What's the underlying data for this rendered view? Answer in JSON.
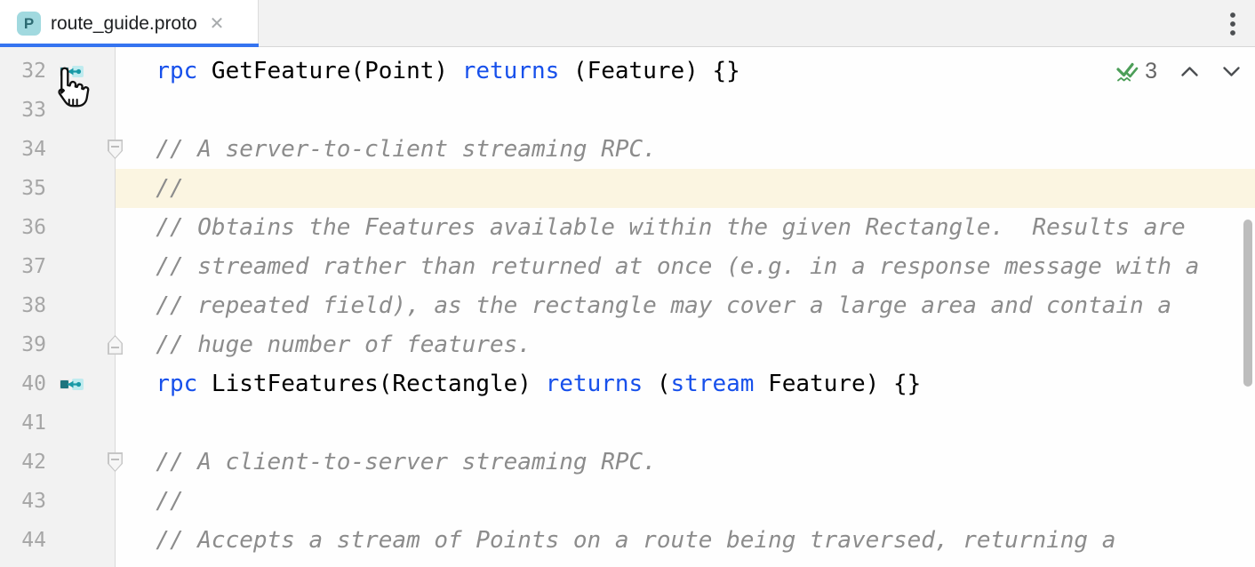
{
  "tab_bar": {
    "tabs": [
      {
        "icon": "proto-file-icon",
        "icon_letter": "P",
        "title": "route_guide.proto",
        "close_icon": "✕",
        "active": true
      }
    ],
    "more_menu_icon": "kebab-vertical"
  },
  "inspections_widget": {
    "ok_icon": "green-double-check-with-squiggle",
    "count": "3",
    "prev_icon": "chevron-up",
    "next_icon": "chevron-down"
  },
  "editor": {
    "first_line_number": 32,
    "pointer": {
      "visible": true,
      "shape": "hand-pointer",
      "at_line": 32,
      "region": "gutter-icon"
    },
    "fold_markers": [
      {
        "line": 34,
        "direction": "down"
      },
      {
        "line": 39,
        "direction": "up"
      },
      {
        "line": 42,
        "direction": "down"
      }
    ],
    "lines": [
      {
        "number": 32,
        "gutter_icon": "grpc-endpoint",
        "highlighted": false,
        "segments": [
          {
            "text": "  ",
            "type": "plain"
          },
          {
            "text": "rpc",
            "type": "kw"
          },
          {
            "text": " GetFeature(Point) ",
            "type": "plain"
          },
          {
            "text": "returns",
            "type": "kw"
          },
          {
            "text": " (Feature) {}",
            "type": "plain"
          }
        ]
      },
      {
        "number": 33,
        "gutter_icon": null,
        "highlighted": false,
        "segments": []
      },
      {
        "number": 34,
        "gutter_icon": null,
        "highlighted": false,
        "segments": [
          {
            "text": "  // A server-to-client streaming RPC.",
            "type": "comment"
          }
        ]
      },
      {
        "number": 35,
        "gutter_icon": null,
        "highlighted": true,
        "segments": [
          {
            "text": "  //",
            "type": "comment"
          }
        ]
      },
      {
        "number": 36,
        "gutter_icon": null,
        "highlighted": false,
        "segments": [
          {
            "text": "  // Obtains the Features available within the given Rectangle.  Results are",
            "type": "comment"
          }
        ]
      },
      {
        "number": 37,
        "gutter_icon": null,
        "highlighted": false,
        "segments": [
          {
            "text": "  // streamed rather than returned at once (e.g. in a response message with a",
            "type": "comment"
          }
        ]
      },
      {
        "number": 38,
        "gutter_icon": null,
        "highlighted": false,
        "segments": [
          {
            "text": "  // repeated field), as the rectangle may cover a large area and contain a",
            "type": "comment"
          }
        ]
      },
      {
        "number": 39,
        "gutter_icon": null,
        "highlighted": false,
        "segments": [
          {
            "text": "  // huge number of features.",
            "type": "comment"
          }
        ]
      },
      {
        "number": 40,
        "gutter_icon": "grpc-endpoint",
        "highlighted": false,
        "segments": [
          {
            "text": "  ",
            "type": "plain"
          },
          {
            "text": "rpc",
            "type": "kw"
          },
          {
            "text": " ListFeatures(Rectangle) ",
            "type": "plain"
          },
          {
            "text": "returns",
            "type": "kw"
          },
          {
            "text": " (",
            "type": "plain"
          },
          {
            "text": "stream",
            "type": "kw"
          },
          {
            "text": " Feature) {}",
            "type": "plain"
          }
        ]
      },
      {
        "number": 41,
        "gutter_icon": null,
        "highlighted": false,
        "segments": []
      },
      {
        "number": 42,
        "gutter_icon": null,
        "highlighted": false,
        "segments": [
          {
            "text": "  // A client-to-server streaming RPC.",
            "type": "comment"
          }
        ]
      },
      {
        "number": 43,
        "gutter_icon": null,
        "highlighted": false,
        "segments": [
          {
            "text": "  //",
            "type": "comment"
          }
        ]
      },
      {
        "number": 44,
        "gutter_icon": null,
        "highlighted": false,
        "segments": [
          {
            "text": "  // Accepts a stream of Points on a route being traversed, returning a",
            "type": "comment"
          }
        ]
      }
    ]
  },
  "scrollbar": {
    "visible": true,
    "orientation": "vertical"
  },
  "colors": {
    "accent_blue": "#3574F0",
    "keyword_blue": "#1750EB",
    "comment_gray": "#8C8C8C",
    "line_highlight": "#FBF5E1",
    "gutter_icon_teal": "#1899A6",
    "success_green": "#4C9E58",
    "file_icon_bg": "#A1D9DF",
    "gutter_bg": "#F2F2F2"
  }
}
